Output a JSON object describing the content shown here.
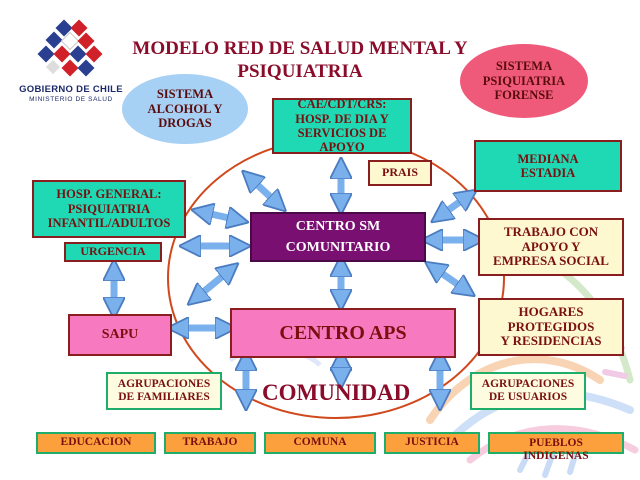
{
  "logo": {
    "line1": "GOBIERNO DE CHILE",
    "line2": "MINISTERIO DE SALUD"
  },
  "title": "MODELO RED DE SALUD MENTAL Y\nPSIQUIATRIA",
  "nodes": {
    "alcohol": "SISTEMA\nALCOHOL Y\nDROGAS",
    "forense": "SISTEMA\nPSIQUIATRIA\nFORENSE",
    "cae": "CAE/CDT/CRS:\nHOSP. DE DIA Y\nSERVICIOS DE APOYO",
    "prais": "PRAIS",
    "mediana": "MEDIANA\nESTADIA",
    "hosp_general": "HOSP. GENERAL:\nPSIQUIATRIA\nINFANTIL/ADULTOS",
    "urgencia": "URGENCIA",
    "centro_sm": "CENTRO SM\nCOMUNITARIO",
    "trabajo_apoyo": "TRABAJO CON\nAPOYO Y\nEMPRESA SOCIAL",
    "sapu": "SAPU",
    "centro_aps": "CENTRO APS",
    "hogares": "HOGARES\nPROTEGIDOS\nY RESIDENCIAS",
    "agrup_familiares": "AGRUPACIONES\nDE FAMILIARES",
    "agrup_usuarios": "AGRUPACIONES\nDE USUARIOS",
    "comunidad": "COMUNIDAD"
  },
  "bottom": [
    "EDUCACION",
    "TRABAJO",
    "COMUNA",
    "JUSTICIA",
    "PUEBLOS\nINDIGENAS"
  ],
  "colors": {
    "teal": "#1ed9b4",
    "pink": "#f77ac0",
    "purple": "#7a0f72",
    "orange": "#fba03c",
    "arrow": "#7ab0ec",
    "circle": "#d0481c",
    "title": "#8a0c2a"
  }
}
